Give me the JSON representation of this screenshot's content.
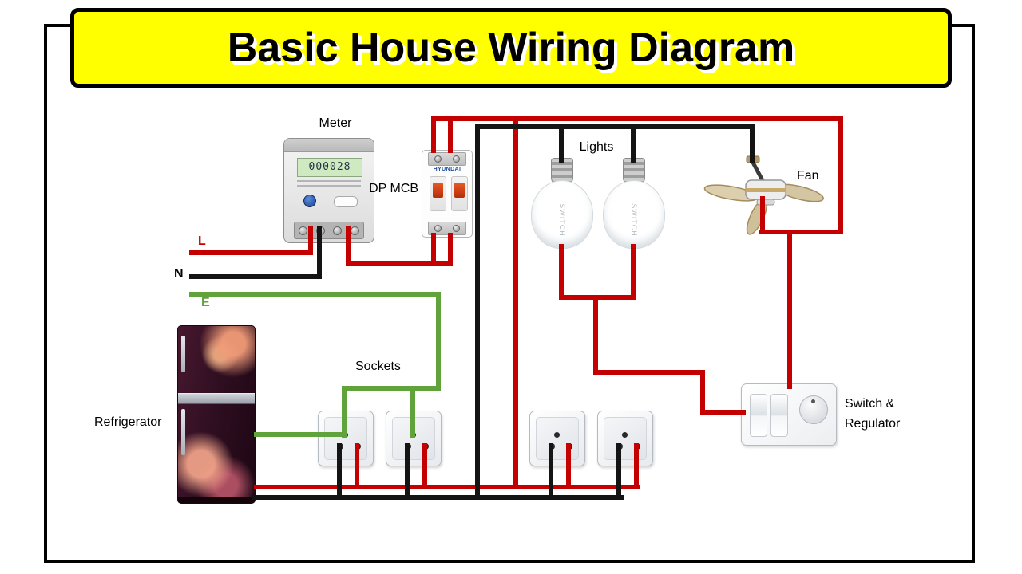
{
  "title": "Basic House Wiring Diagram",
  "labels": {
    "meter": "Meter",
    "dp_mcb": "DP MCB",
    "lights": "Lights",
    "fan": "Fan",
    "refrigerator": "Refrigerator",
    "sockets": "Sockets",
    "switch_regulator_1": "Switch &",
    "switch_regulator_2": "Regulator"
  },
  "wire_labels": {
    "live": "L",
    "neutral": "N",
    "earth": "E"
  },
  "colors": {
    "live": "#c40000",
    "neutral": "#141414",
    "earth": "#5fa33a",
    "banner": "#ffff00"
  },
  "meter": {
    "reading": "000028"
  },
  "mcb": {
    "brand": "HYUNDAI"
  },
  "bulb": {
    "brand": "SWITCH"
  }
}
